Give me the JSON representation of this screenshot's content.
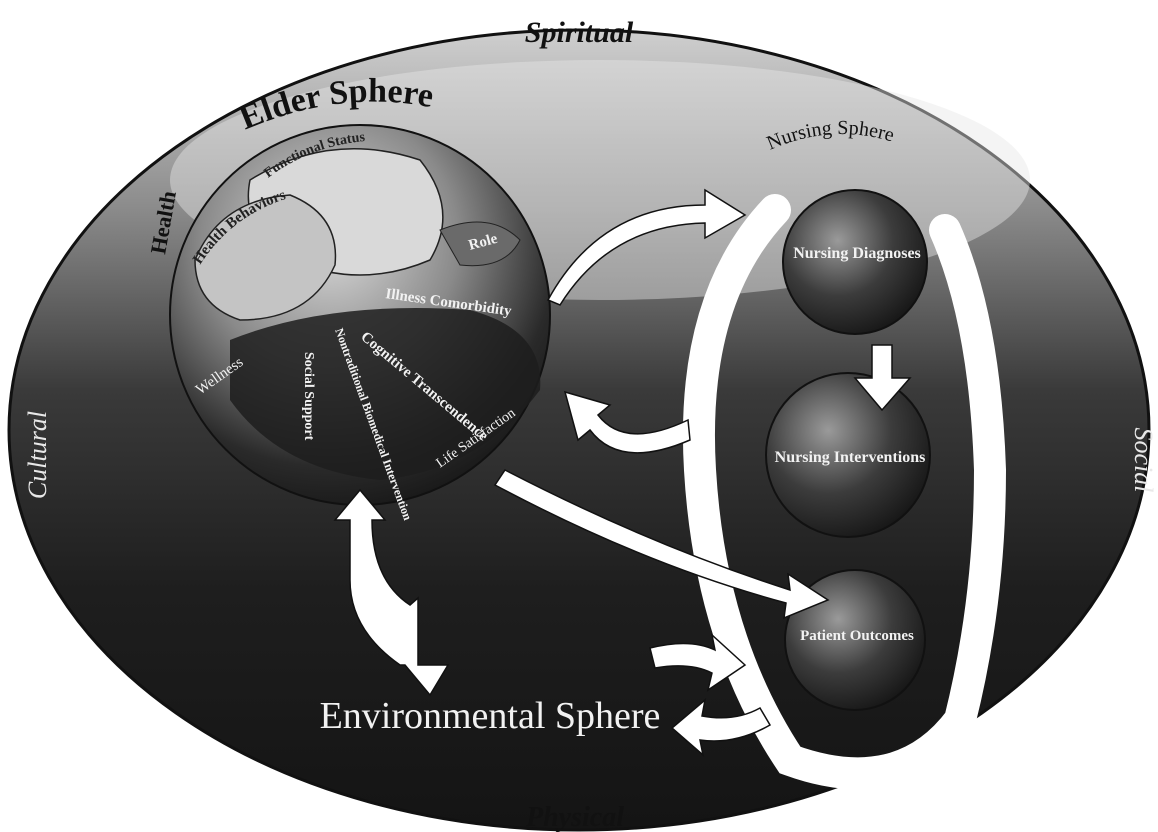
{
  "outer": {
    "top_label": "Spiritual",
    "bottom_label": "Physical",
    "left_label": "Cultural",
    "right_label": "Social"
  },
  "elder_sphere": {
    "title": "Elder Sphere",
    "segments": {
      "functional_status": "Functional Status",
      "health_behaviors": "Health Behaviors",
      "health": "Health",
      "role": "Role",
      "wellness": "Wellness",
      "illness_comorbidity": "Illness Comorbidity",
      "cognitive_transcendence": "Cognitive Transcendence",
      "social_support": "Social Support",
      "biomedical_intervention": "Nontraditional Biomedical Intervention",
      "life_satisfaction": "Life Satisfaction"
    }
  },
  "nursing_sphere": {
    "title": "Nursing Sphere",
    "nursing_diagnoses": "Nursing Diagnoses",
    "nursing_interventions": "Nursing Interventions",
    "patient_outcomes": "Patient Outcomes"
  },
  "environmental_sphere": {
    "title": "Environmental Sphere"
  },
  "colors": {
    "background": "#ffffff",
    "dark_field": "#1c1c1c",
    "ball": "#3a3a3a",
    "text_light": "#f2f2f2",
    "text_dark": "#111111"
  }
}
